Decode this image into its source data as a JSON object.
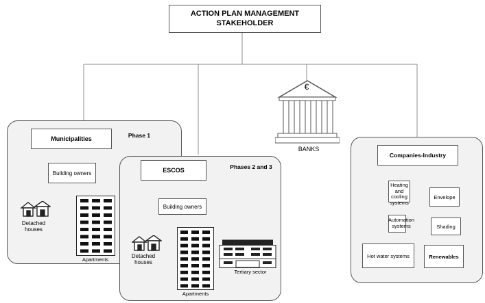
{
  "title": {
    "line1": "ACTION PLAN MANAGEMENT",
    "line2": "STAKEHOLDER"
  },
  "banks": {
    "label": "BANKS",
    "symbol": "€"
  },
  "municipalities": {
    "title": "Municipalities",
    "phase": "Phase 1",
    "building_owners": "Building owners",
    "detached_houses": [
      "Detached",
      "houses"
    ],
    "apartments": "Apartments"
  },
  "escos": {
    "title": "ESCOS",
    "phase": "Phases 2 and 3",
    "building_owners": "Building owners",
    "detached_houses": [
      "Detached",
      "houses"
    ],
    "apartments": "Apartments",
    "tertiary": "Tertiary sector"
  },
  "industry": {
    "title": "Companies-Industry",
    "items": {
      "heating": [
        "Heating and",
        "cooling",
        "systems"
      ],
      "envelope": "Envelope",
      "automation": [
        "Automation",
        "systems"
      ],
      "shading": "Shading",
      "hot_water": "Hot water systems",
      "renewables": "Renewables"
    }
  },
  "colors": {
    "panel_fill": "#f2f2f2",
    "border": "#555555",
    "line": "#8c8c8c",
    "ink": "#000000"
  }
}
